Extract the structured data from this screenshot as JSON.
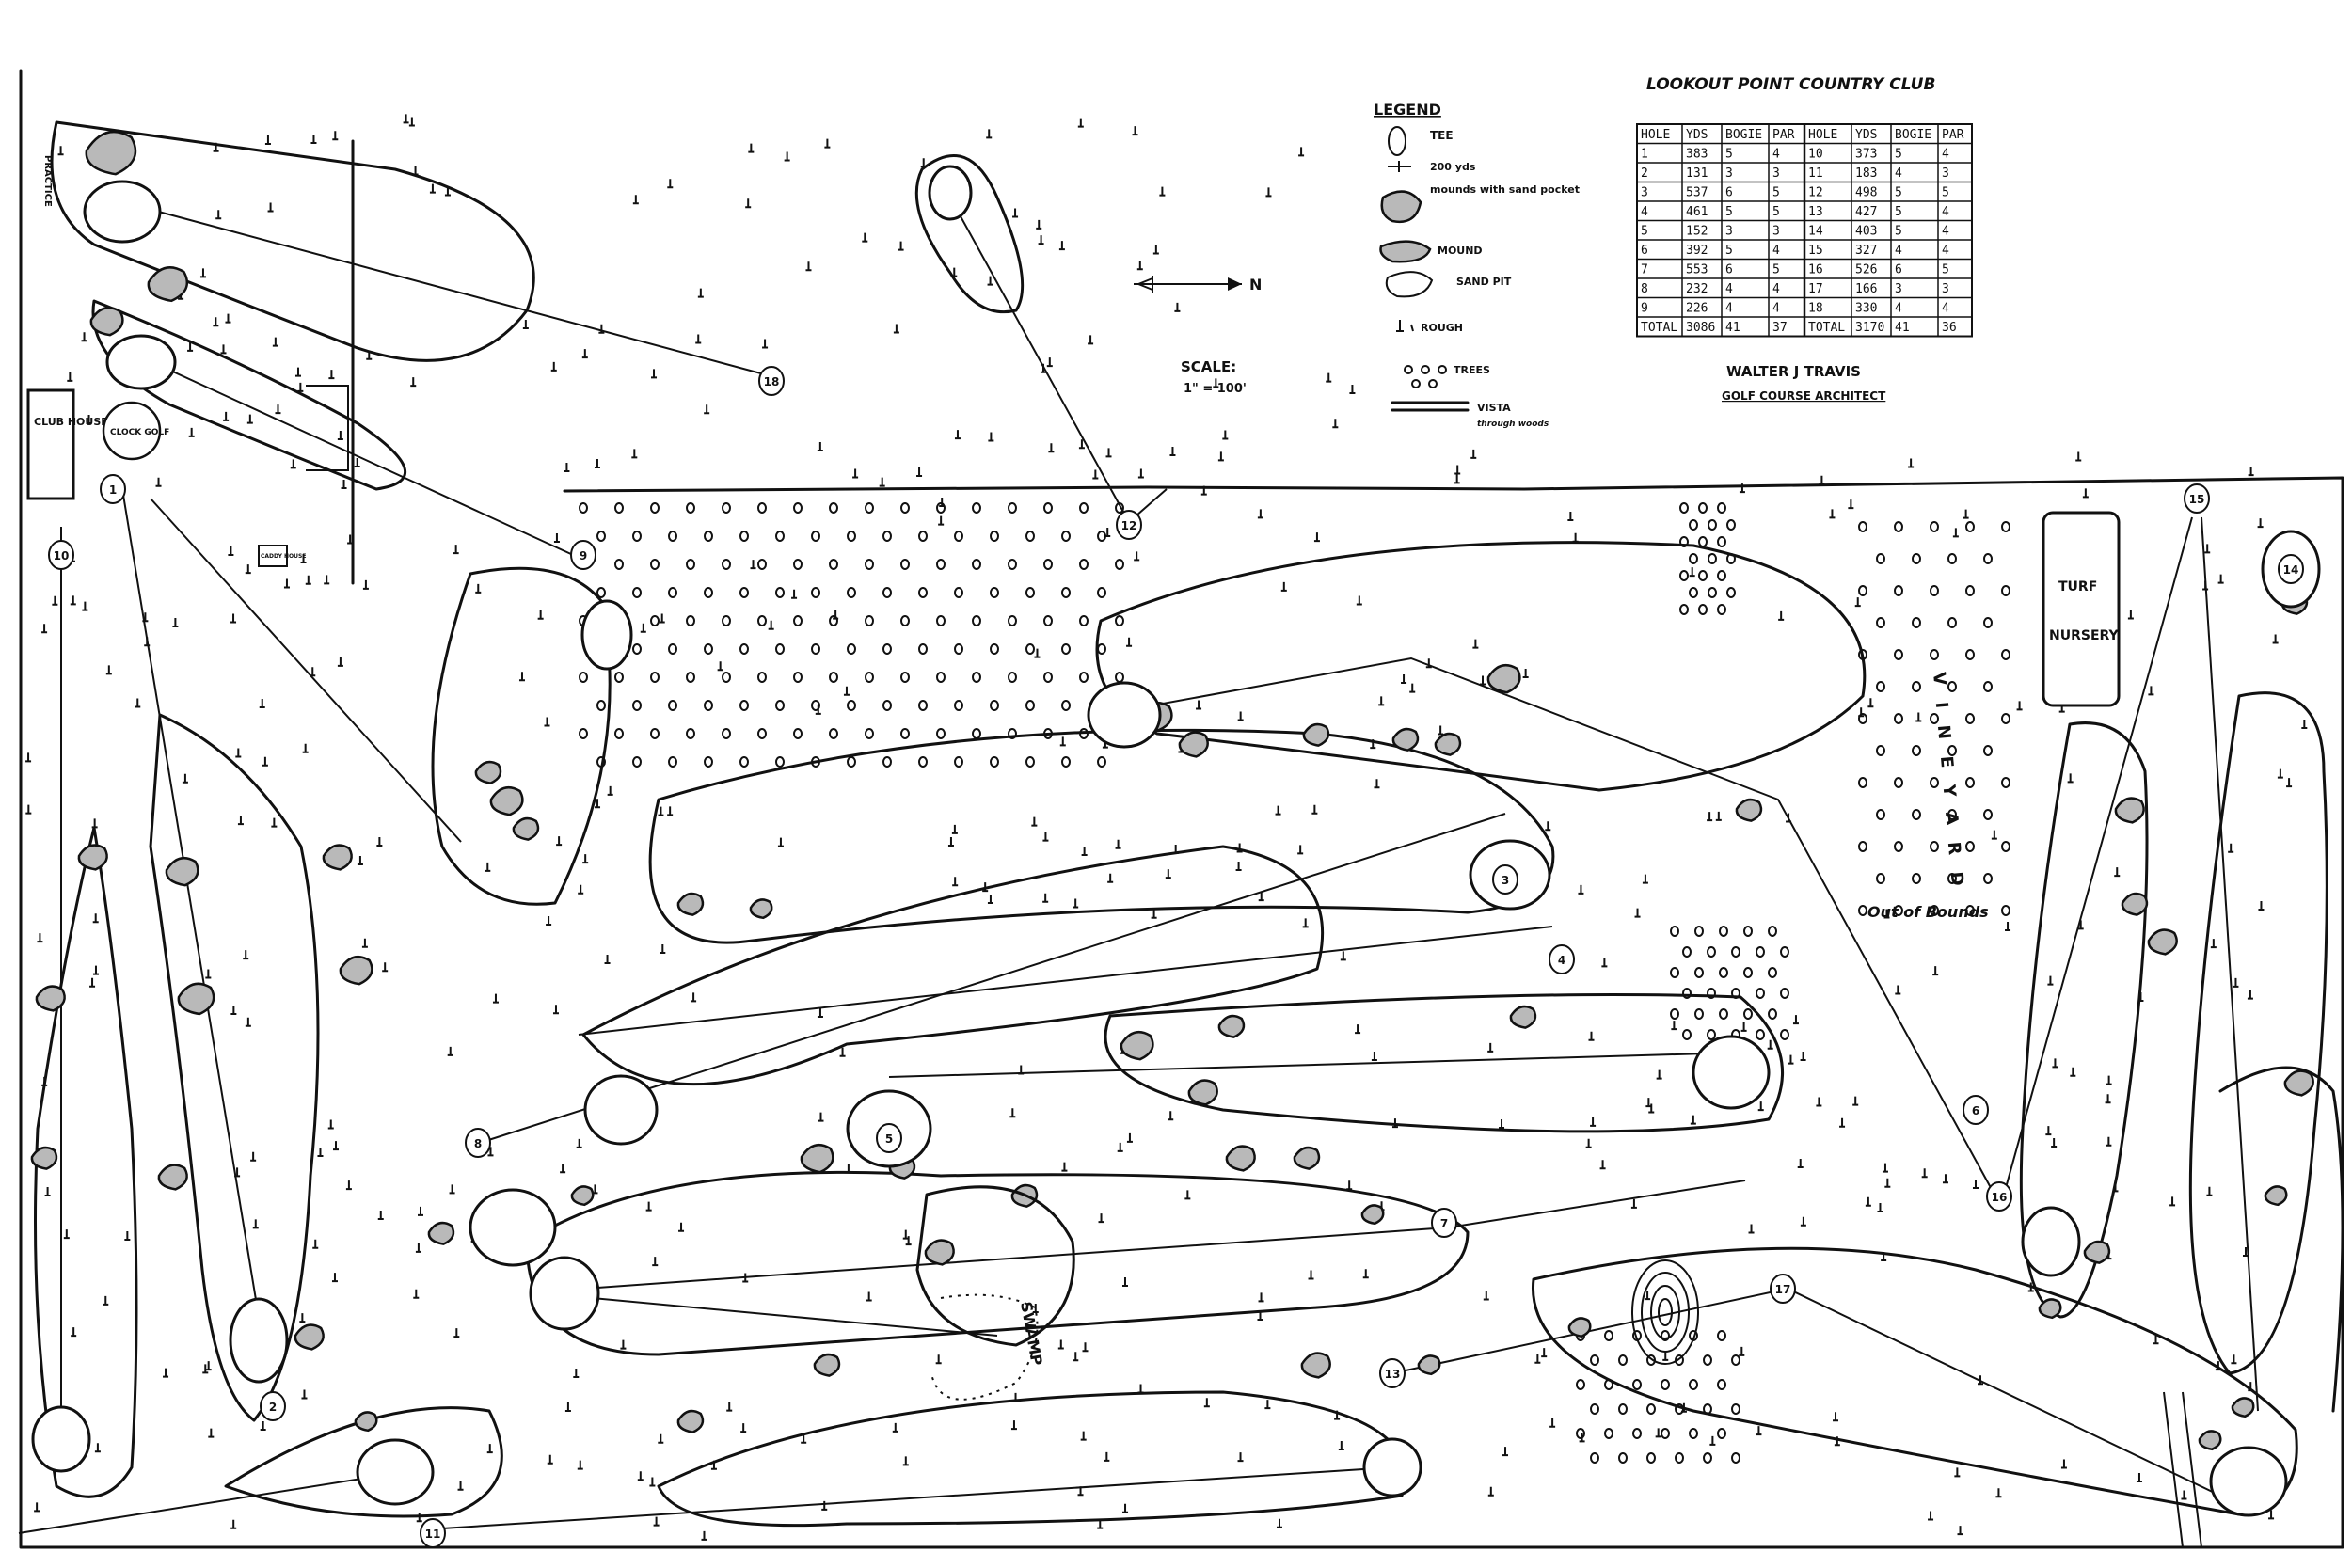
{
  "club_name": "LOOKOUT POINT COUNTRY CLUB",
  "architect": "WALTER J TRAVIS",
  "architect_title": "GOLF COURSE ARCHITECT",
  "scale": {
    "label": "SCALE:",
    "value": "1\" = 100'"
  },
  "north_label": "N",
  "legend": {
    "title": "LEGEND",
    "items": [
      {
        "icon": "tee-icon",
        "label": "TEE"
      },
      {
        "icon": "yardage-marker-icon",
        "label": "200 yds"
      },
      {
        "icon": "mound-sand-icon",
        "label": "mounds with sand pocket"
      },
      {
        "icon": "mound-icon",
        "label": "MOUND"
      },
      {
        "icon": "sand-pit-icon",
        "label": "SAND PIT"
      },
      {
        "icon": "rough-icon",
        "label": "ROUGH"
      },
      {
        "icon": "trees-icon",
        "label": "TREES"
      },
      {
        "icon": "vista-icon",
        "label": "VISTA",
        "sublabel": "through woods"
      }
    ]
  },
  "scorecard": {
    "headers": [
      "HOLE",
      "YDS",
      "BOGIE",
      "PAR",
      "HOLE",
      "YDS",
      "BOGIE",
      "PAR"
    ],
    "rows": [
      [
        "1",
        "383",
        "5",
        "4",
        "10",
        "373",
        "5",
        "4"
      ],
      [
        "2",
        "131",
        "3",
        "3",
        "11",
        "183",
        "4",
        "3"
      ],
      [
        "3",
        "537",
        "6",
        "5",
        "12",
        "498",
        "5",
        "5"
      ],
      [
        "4",
        "461",
        "5",
        "5",
        "13",
        "427",
        "5",
        "4"
      ],
      [
        "5",
        "152",
        "3",
        "3",
        "14",
        "403",
        "5",
        "4"
      ],
      [
        "6",
        "392",
        "5",
        "4",
        "15",
        "327",
        "4",
        "4"
      ],
      [
        "7",
        "553",
        "6",
        "5",
        "16",
        "526",
        "6",
        "5"
      ],
      [
        "8",
        "232",
        "4",
        "4",
        "17",
        "166",
        "3",
        "3"
      ],
      [
        "9",
        "226",
        "4",
        "4",
        "18",
        "330",
        "4",
        "4"
      ],
      [
        "TOTAL",
        "3086",
        "41",
        "37",
        "TOTAL",
        "3170",
        "41",
        "36"
      ]
    ]
  },
  "areas": {
    "club_house": "CLUB HOUSE",
    "caddy_house": "CADDY HOUSE",
    "clubhouse_green": "CLOCK GOLF",
    "turf_nursery": "TURF NURSERY",
    "vineyard": "VINEYARD",
    "out_of_bounds": "Out of Bounds",
    "swamp": "SWAMP",
    "road": "PRACTICE"
  },
  "hole_markers": [
    "1",
    "2",
    "3",
    "4",
    "5",
    "6",
    "7",
    "8",
    "9",
    "10",
    "11",
    "12",
    "13",
    "14",
    "15",
    "16",
    "17",
    "18"
  ]
}
